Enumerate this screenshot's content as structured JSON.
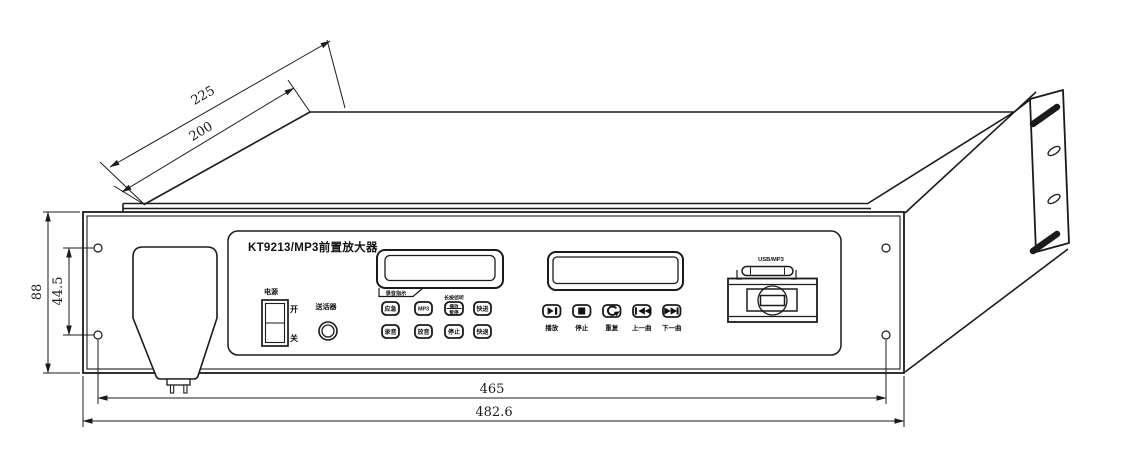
{
  "drawing": {
    "title": "KT9213/MP3前置放大器",
    "power": {
      "label": "电源",
      "on": "开",
      "off": "关"
    },
    "mic_label": "送话器",
    "record_indicator_label": "录音指示",
    "long_press_label": "长按侦听",
    "left_buttons": {
      "emergency": "应急",
      "mp3": "MP3",
      "split_top": "播放",
      "split_bottom": "暂停",
      "fast_forward": "快进",
      "record": "录音",
      "playback": "放音",
      "stop": "停止",
      "rewind": "快退"
    },
    "mp3_controls": {
      "play": "播放",
      "stop": "停止",
      "repeat": "重复",
      "previous": "上一曲",
      "next": "下一曲"
    },
    "usb_label": "USB/MP3",
    "dimensions": {
      "depth_total": "225",
      "depth_body": "200",
      "height": "88",
      "hole_spacing_vertical": "44.5",
      "hole_spacing_horizontal": "465",
      "width_total": "482.6"
    },
    "colors": {
      "line": "#1b1b1b",
      "background": "#ffffff"
    }
  }
}
